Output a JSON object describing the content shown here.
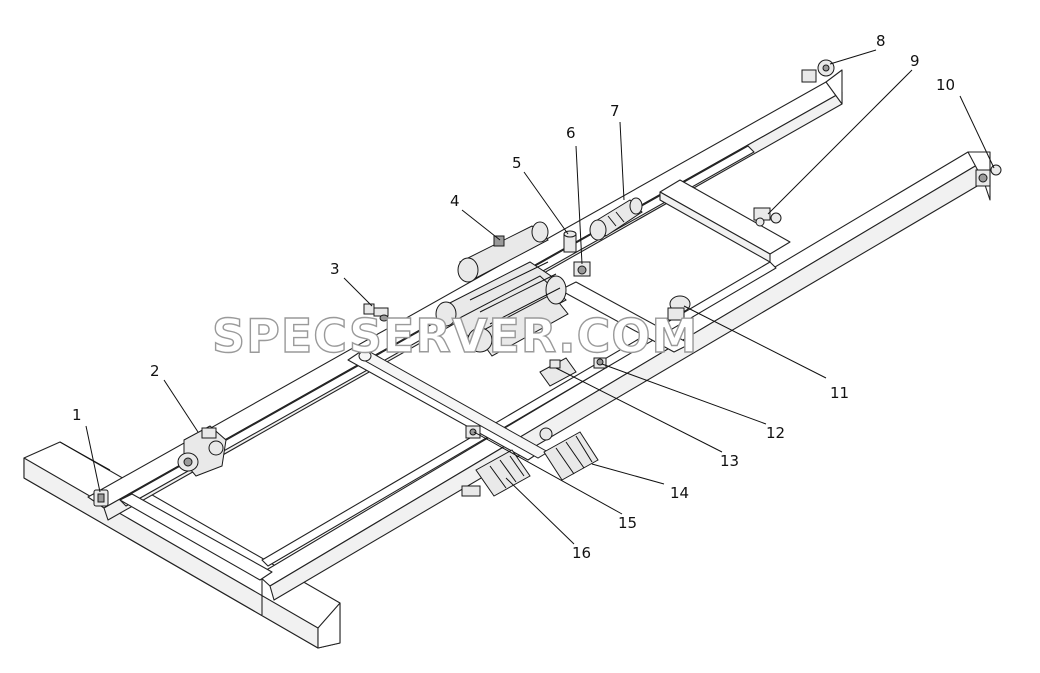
{
  "watermark": "SPECSERVER.COM",
  "callouts": [
    {
      "label": "1"
    },
    {
      "label": "2"
    },
    {
      "label": "3"
    },
    {
      "label": "4"
    },
    {
      "label": "5"
    },
    {
      "label": "6"
    },
    {
      "label": "7"
    },
    {
      "label": "8"
    },
    {
      "label": "9"
    },
    {
      "label": "10"
    },
    {
      "label": "11"
    },
    {
      "label": "12"
    },
    {
      "label": "13"
    },
    {
      "label": "14"
    },
    {
      "label": "15"
    },
    {
      "label": "16"
    }
  ]
}
